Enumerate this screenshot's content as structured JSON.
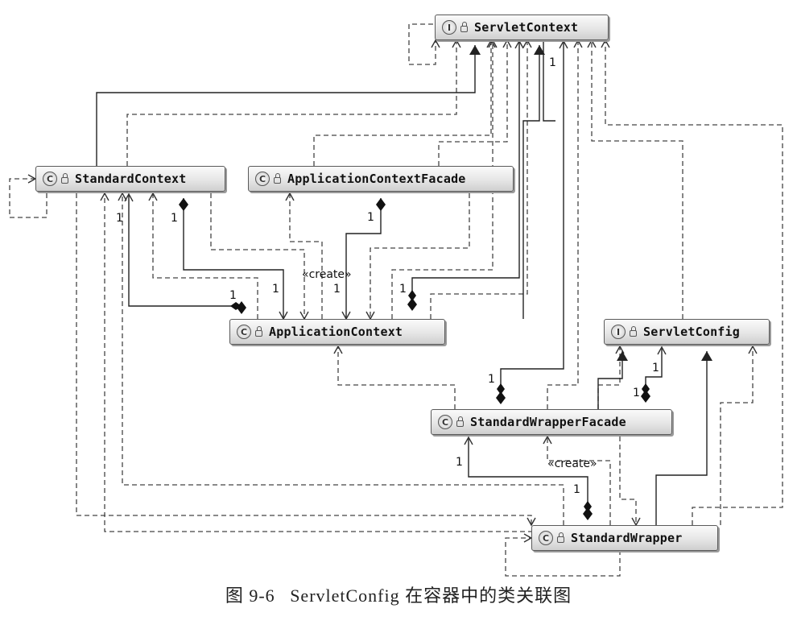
{
  "nodes": {
    "servlet_context": {
      "badge": "I",
      "name": "ServletContext"
    },
    "standard_context": {
      "badge": "C",
      "name": "StandardContext"
    },
    "application_context_facade": {
      "badge": "C",
      "name": "ApplicationContextFacade"
    },
    "application_context": {
      "badge": "C",
      "name": "ApplicationContext"
    },
    "servlet_config": {
      "badge": "I",
      "name": "ServletConfig"
    },
    "standard_wrapper_facade": {
      "badge": "C",
      "name": "StandardWrapperFacade"
    },
    "standard_wrapper": {
      "badge": "C",
      "name": "StandardWrapper"
    }
  },
  "labels": {
    "create": "«create»",
    "one": "1"
  },
  "caption": {
    "figure_no": "图 9-6",
    "text": "ServletConfig 在容器中的类关联图"
  }
}
